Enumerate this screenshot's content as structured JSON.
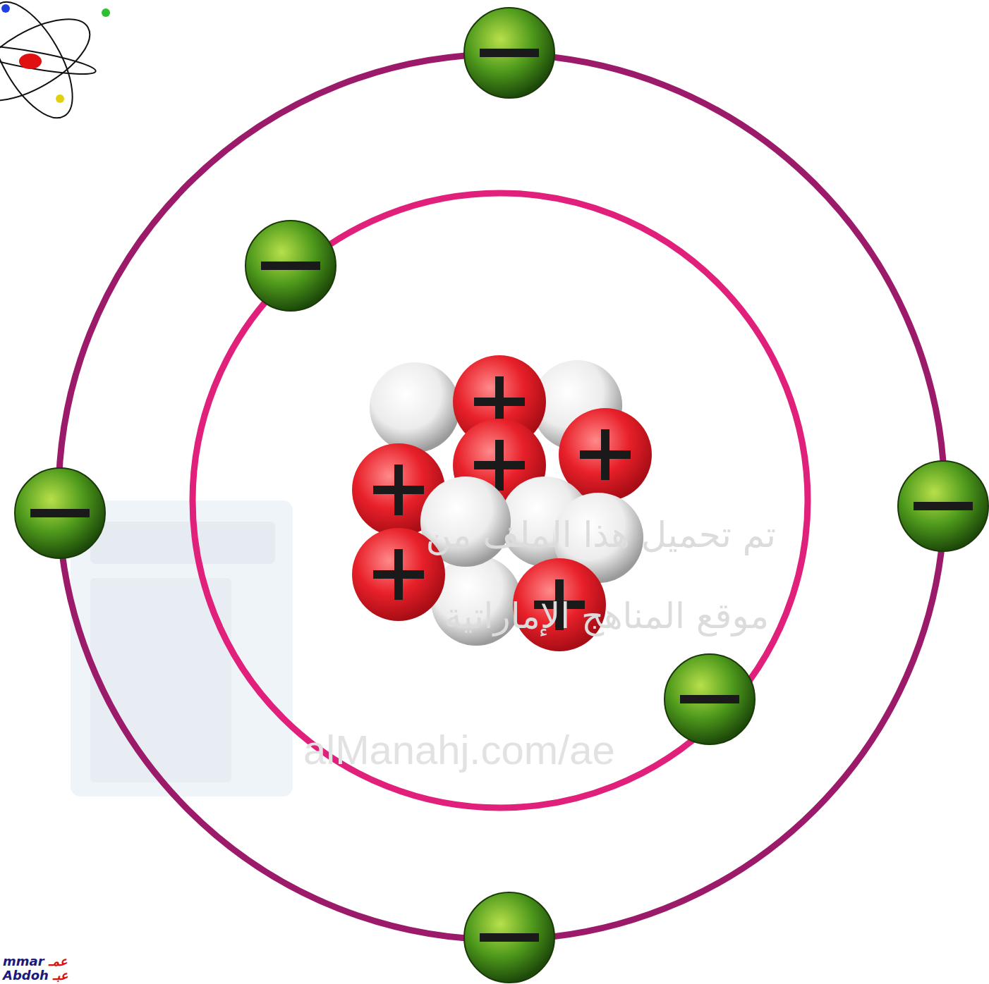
{
  "diagram": {
    "labels": [
      "تم تحميل هذا الملف من",
      "موقع المناهج الإماراتية",
      "alManahj.com/ae",
      "mmar",
      "عمـ",
      "Abdoh",
      "عبـ"
    ]
  }
}
